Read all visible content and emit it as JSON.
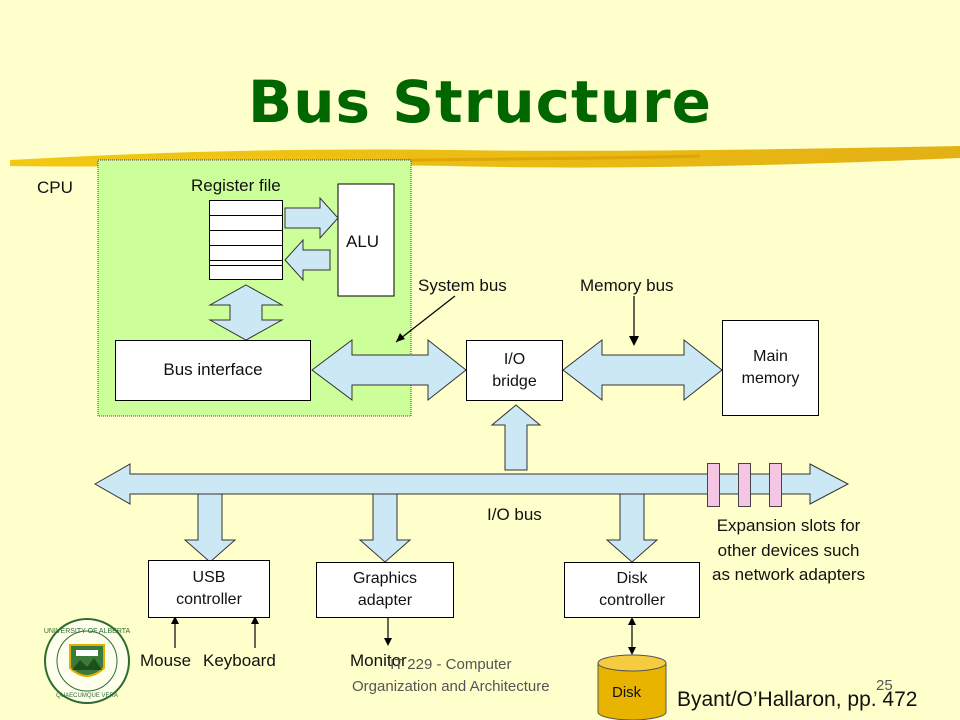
{
  "title": "Bus Structure",
  "labels": {
    "cpu": "CPU",
    "register_file": "Register file",
    "alu": "ALU",
    "bus_interface": "Bus interface",
    "system_bus": "System bus",
    "memory_bus": "Memory bus",
    "io_bridge": "I/O\nbridge",
    "main_memory": "Main\nmemory",
    "io_bus": "I/O bus",
    "expansion_slots": "Expansion slots for\nother devices such\nas network adapters",
    "usb_controller": "USB\ncontroller",
    "graphics_adapter": "Graphics\nadapter",
    "disk_controller": "Disk\ncontroller",
    "mouse": "Mouse",
    "keyboard": "Keyboard",
    "monitor": "Monitor",
    "disk": "Disk"
  },
  "footer": {
    "course": "IT 229 - Computer\nOrganization and Architecture",
    "page_number": "25",
    "citation": "Byant/O’Hallaron,  pp. 472"
  },
  "colors": {
    "background": "#FFFFCC",
    "title": "#006600",
    "cpu_region": "#CCFF99",
    "bus_fill": "#CCE8F4",
    "slot_fill": "#F5C6E3",
    "stroke": "#222222",
    "banner": "#E8B400"
  },
  "icons": [
    "university-of-alberta-crest"
  ]
}
